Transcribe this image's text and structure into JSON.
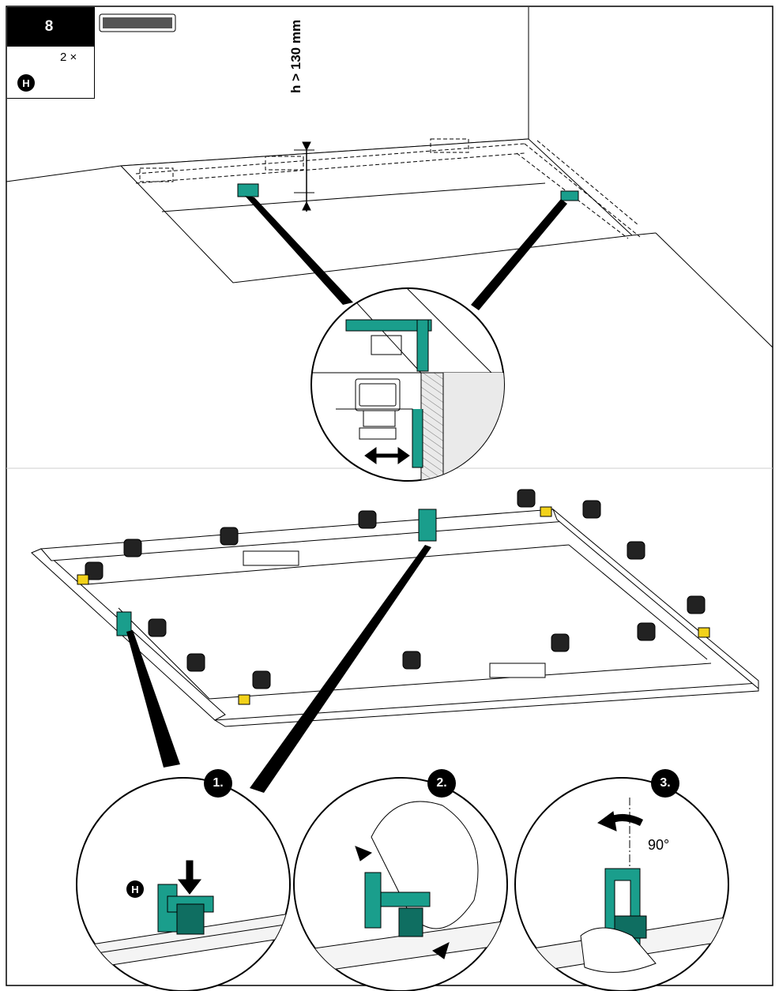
{
  "step": {
    "number": "8"
  },
  "parts": {
    "quantity": "2 ×",
    "part_letter": "H"
  },
  "dimension": {
    "label": "h > 130 mm"
  },
  "sequence": [
    "1.",
    "2.",
    "3."
  ],
  "rotation": {
    "angle_label": "90°"
  },
  "colors": {
    "accent": "#1a9e8c",
    "accent_dark": "#0f6e61",
    "marker": "#f2d21a",
    "ink": "#000000"
  }
}
